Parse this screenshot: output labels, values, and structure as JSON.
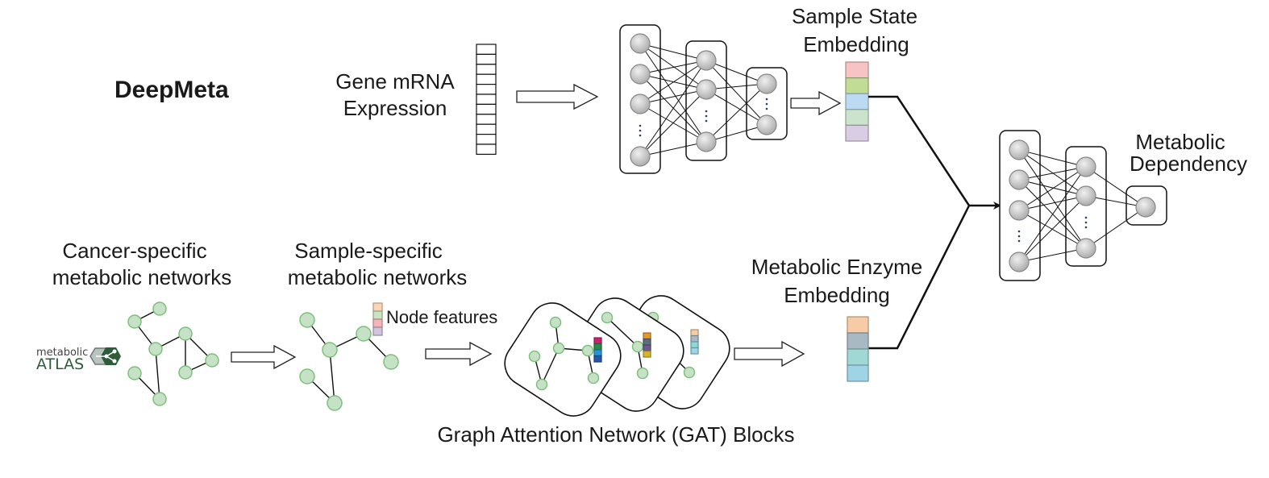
{
  "title": "DeepMeta",
  "labels": {
    "gene_expression": [
      "Gene mRNA",
      "Expression"
    ],
    "sample_state_embedding": [
      "Sample State",
      "Embedding"
    ],
    "metabolic_dependency": [
      "Metabolic",
      "Dependency"
    ],
    "cancer_networks": [
      "Cancer-specific",
      "metabolic networks"
    ],
    "sample_networks": [
      "Sample-specific",
      "metabolic networks"
    ],
    "node_features": "Node features",
    "enzyme_embedding": [
      "Metabolic Enzyme",
      "Embedding"
    ],
    "gat_blocks": "Graph Attention Network (GAT) Blocks"
  },
  "logo": {
    "line1": "metabolic",
    "line2": "ATLAS",
    "icon": "share-network-icon",
    "colors": {
      "light_hex": "#b9c3c0",
      "dark_hex": "#2e5c3a"
    }
  },
  "gene_vector_cells": 11,
  "sample_state_colors": [
    "#f7c3c5",
    "#c0dc95",
    "#bcdaf2",
    "#cbe3cc",
    "#d9cde3"
  ],
  "enzyme_embedding_colors": [
    "#f7cba5",
    "#a9b9c4",
    "#9fd8d5",
    "#9fd3e6"
  ],
  "node_feature_colors": [
    "#fbd6b4",
    "#c9e3c4",
    "#f5b5b8",
    "#d2c3df"
  ],
  "gat_feature_colors": [
    [
      "#c8246e",
      "#2a8a4a",
      "#2a93d8",
      "#2856a8"
    ],
    [
      "#e8962e",
      "#5e6e7c",
      "#6c5b8c",
      "#d9b42a"
    ],
    [
      "#f7cba5",
      "#a9b9c4",
      "#8fd6d6",
      "#9fd3e6"
    ]
  ],
  "colors": {
    "graph_node_fill": "#c6e2c6",
    "graph_node_stroke": "#7fbf7b",
    "nn_node_fill": "#c8c8c8"
  }
}
